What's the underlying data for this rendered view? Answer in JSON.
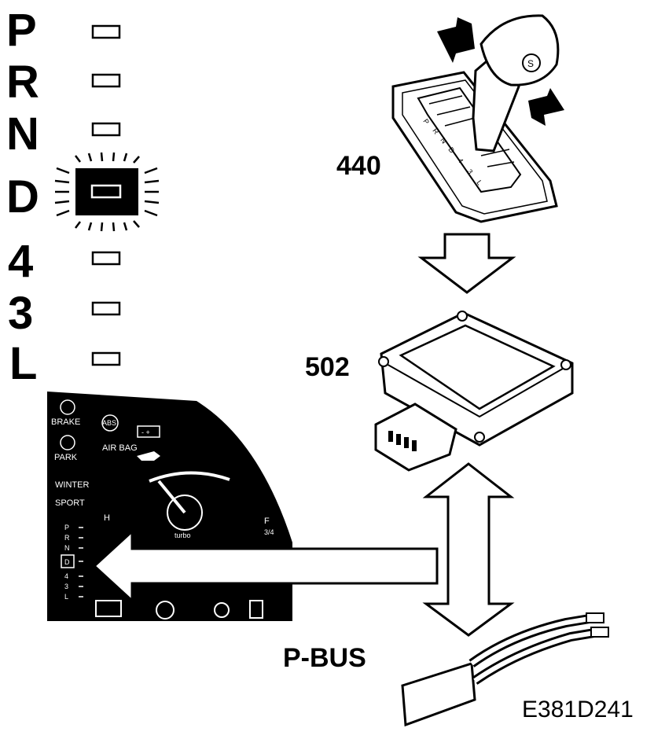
{
  "gear_indicator": {
    "letters": [
      "P",
      "R",
      "N",
      "D",
      "4",
      "3",
      "L"
    ],
    "active": "D"
  },
  "labels": {
    "gear_selector_number": "440",
    "control_module_number": "502",
    "bus_name": "P-BUS",
    "figure_code": "E381D241"
  },
  "gear_selector": {
    "positions": [
      "P",
      "R",
      "N",
      "D",
      "4",
      "3",
      "L"
    ],
    "knob_mark": "S"
  },
  "instrument_cluster": {
    "warnings": [
      {
        "label": "BRAKE",
        "icon": "brake-warning-icon"
      },
      {
        "label": "PARK",
        "icon": "parking-brake-icon"
      },
      {
        "label": "ABS",
        "icon": "abs-icon"
      },
      {
        "label": "AIR BAG",
        "icon": "airbag-icon"
      }
    ],
    "battery_symbol": "- +",
    "modes": [
      "WINTER",
      "SPORT"
    ],
    "gauge_label": "turbo",
    "temp_mark": "H",
    "fuel_mark": "F",
    "fuel_fraction": "3/4",
    "gear_list": [
      "P",
      "R",
      "N",
      "D",
      "4",
      "3",
      "L"
    ],
    "active_gear": "D"
  }
}
